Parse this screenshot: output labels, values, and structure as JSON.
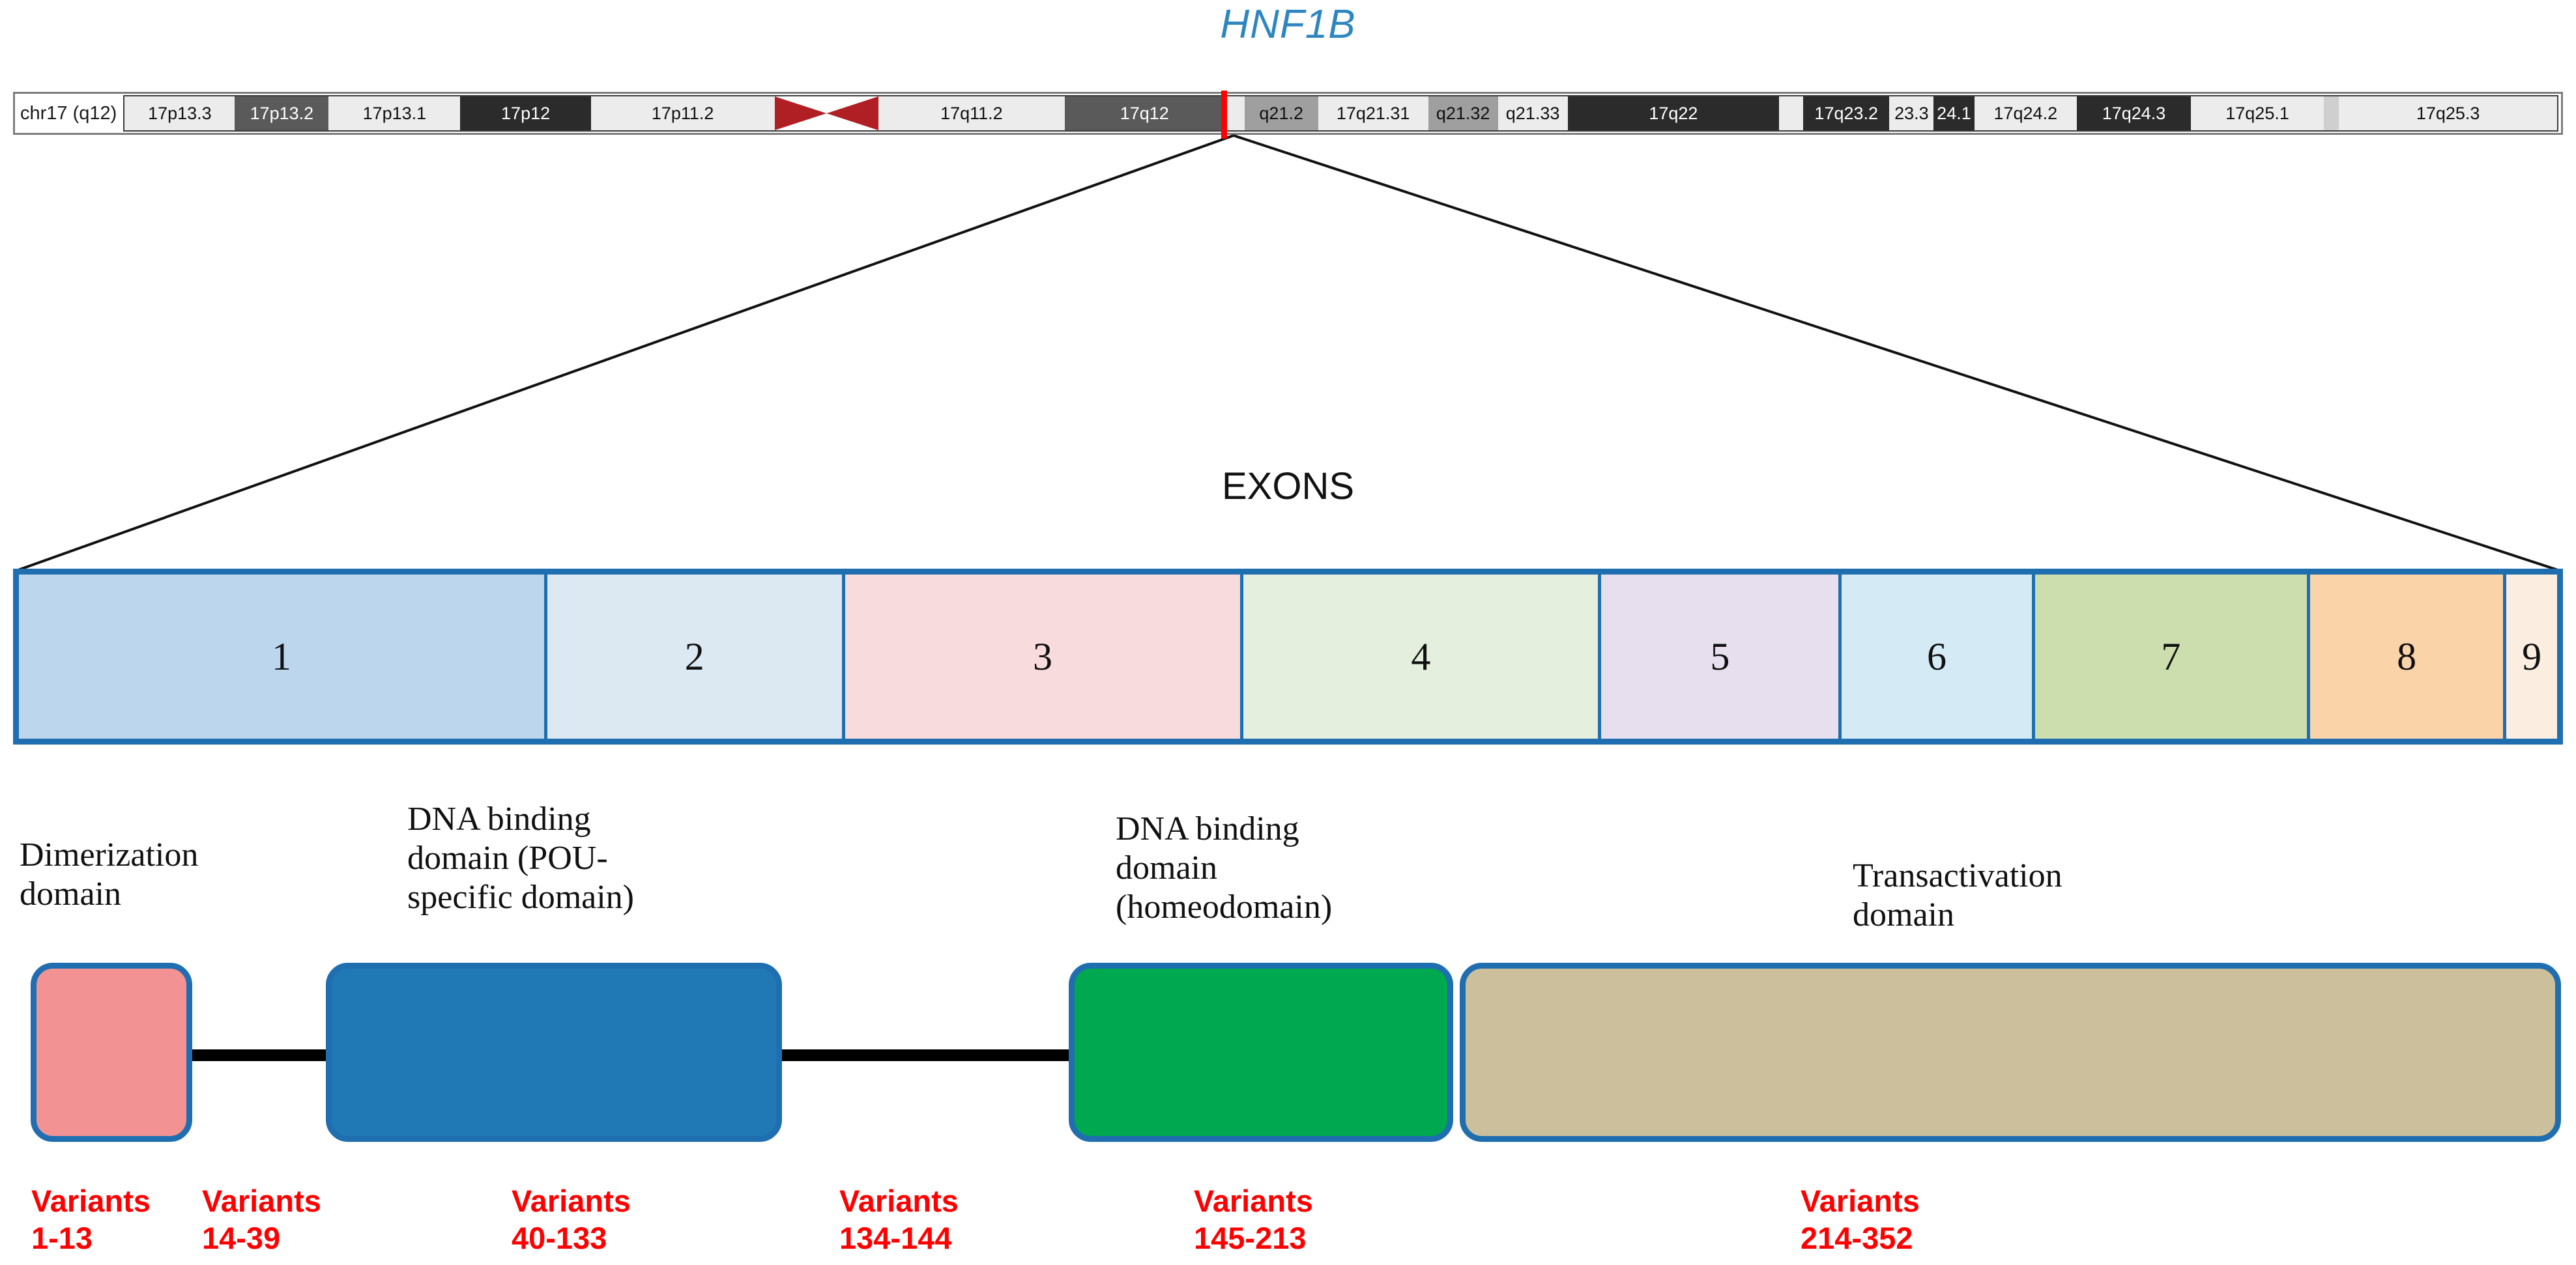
{
  "gene": {
    "name": "HNF1B",
    "name_color": "#2E86C1"
  },
  "ideogram": {
    "chromosome_label": "chr17 (q12)",
    "marker_color": "#FF0000",
    "marker_band": "17q12",
    "bands": [
      {
        "label": "17p13.3",
        "stain": "gneg",
        "width": 4.35
      },
      {
        "label": "17p13.2",
        "stain": "g75",
        "width": 3.7
      },
      {
        "label": "17p13.1",
        "stain": "gneg",
        "width": 5.2
      },
      {
        "label": "17p12",
        "stain": "g100",
        "width": 5.15
      },
      {
        "label": "17p11.2",
        "stain": "gneg",
        "width": 7.25
      },
      {
        "label": "",
        "stain": "acen",
        "width": 4.1
      },
      {
        "label": "17q11.2",
        "stain": "gneg",
        "width": 7.35
      },
      {
        "label": "17q12",
        "stain": "g75",
        "width": 6.3
      },
      {
        "label": "",
        "stain": "gneg",
        "width": 0.8
      },
      {
        "label": "q21.2",
        "stain": "g50",
        "width": 2.9
      },
      {
        "label": "17q21.31",
        "stain": "gneg",
        "width": 4.35
      },
      {
        "label": "q21.32",
        "stain": "g50",
        "width": 2.75
      },
      {
        "label": "q21.33",
        "stain": "gneg",
        "width": 2.75
      },
      {
        "label": "17q22",
        "stain": "g100",
        "width": 8.35
      },
      {
        "label": "",
        "stain": "gneg",
        "width": 0.95
      },
      {
        "label": "17q23.2",
        "stain": "g100",
        "width": 3.4
      },
      {
        "label": "23.3",
        "stain": "gneg",
        "width": 1.75
      },
      {
        "label": "24.1",
        "stain": "g100",
        "width": 1.6
      },
      {
        "label": "17q24.2",
        "stain": "gneg",
        "width": 4.05
      },
      {
        "label": "17q24.3",
        "stain": "g100",
        "width": 4.5
      },
      {
        "label": "17q25.1",
        "stain": "gneg",
        "width": 5.25
      },
      {
        "label": "",
        "stain": "g25",
        "width": 0.6
      },
      {
        "label": "17q25.3",
        "stain": "gneg",
        "width": 8.6
      }
    ]
  },
  "exon_section": {
    "caption": "EXONS",
    "exons": [
      {
        "number": "1",
        "color": "#BCD6EE",
        "width": 8.35
      },
      {
        "number": "2",
        "color": "#DCE8F2",
        "width": 4.7
      },
      {
        "number": "3",
        "color": "#F8DBDD",
        "width": 6.3
      },
      {
        "number": "4",
        "color": "#E5EFDD",
        "width": 5.65
      },
      {
        "number": "5",
        "color": "#E7DFED",
        "width": 3.8
      },
      {
        "number": "6",
        "color": "#D4EBF5",
        "width": 3.05
      },
      {
        "number": "7",
        "color": "#CCDEAE",
        "width": 4.35
      },
      {
        "number": "8",
        "color": "#FAD3A8",
        "width": 3.1
      },
      {
        "number": "9",
        "color": "#FBEDE0",
        "width": 0.8
      }
    ]
  },
  "protein_domains": [
    {
      "label": "Dimerization domain",
      "label_lines": [
        "Dimerization",
        "domain"
      ],
      "color": "#F29292",
      "border_color": "#1F6FB0"
    },
    {
      "label": "DNA binding domain (POU-specific domain)",
      "label_lines": [
        "DNA binding",
        "domain (POU-",
        "specific domain)"
      ],
      "color": "#2079B5",
      "border_color": "#1F6FB0"
    },
    {
      "label": "DNA binding domain (homeodomain)",
      "label_lines": [
        "DNA binding",
        "domain",
        "(homeodomain)"
      ],
      "color": "#00A84F",
      "border_color": "#1F6FB0"
    },
    {
      "label": "Transactivation domain",
      "label_lines": [
        "Transactivation",
        "domain"
      ],
      "color": "#CCBF9B",
      "border_color": "#1F6FB0"
    }
  ],
  "variant_labels": [
    {
      "title": "Variants",
      "range": "1-13"
    },
    {
      "title": "Variants",
      "range": "14-39"
    },
    {
      "title": "Variants",
      "range": "40-133"
    },
    {
      "title": "Variants",
      "range": "134-144"
    },
    {
      "title": "Variants",
      "range": "145-213"
    },
    {
      "title": "Variants",
      "range": "214-352"
    }
  ]
}
